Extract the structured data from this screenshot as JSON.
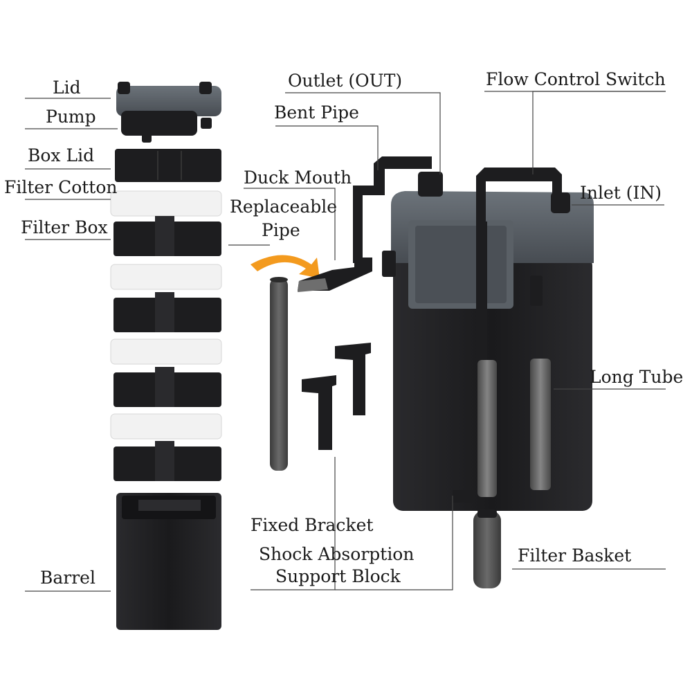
{
  "labels": {
    "lid": "Lid",
    "pump": "Pump",
    "box_lid": "Box Lid",
    "filter_cotton": "Filter Cotton",
    "filter_box": "Filter Box",
    "barrel": "Barrel",
    "outlet": "Outlet (OUT)",
    "bent_pipe": "Bent Pipe",
    "duck_mouth": "Duck Mouth",
    "replaceable_pipe_line1": "Replaceable",
    "replaceable_pipe_line2": "Pipe",
    "flow_control_switch": "Flow Control Switch",
    "inlet": "Inlet (IN)",
    "long_tube": "Long Tube",
    "fixed_bracket": "Fixed Bracket",
    "shock_absorption_line1": "Shock Absorption",
    "shock_absorption_line2": "Support Block",
    "filter_basket": "Filter Basket"
  },
  "colors": {
    "body_black": "#1d1d1f",
    "lid_gray": "#5c6268",
    "cotton_white": "#f2f2f2",
    "arrow_orange": "#f39a1e",
    "leader_line": "#444444",
    "tube_gray": "#555555"
  }
}
